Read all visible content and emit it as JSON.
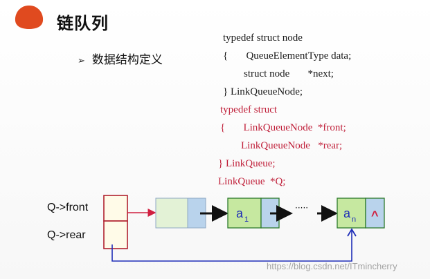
{
  "header": {
    "title": "链队列"
  },
  "bullet": {
    "text": "数据结构定义",
    "marker": "➢"
  },
  "code_lines": [
    {
      "text": "typedef struct node",
      "color": "black"
    },
    {
      "text": "{       QueueElementType data;",
      "color": "black"
    },
    {
      "text": "        struct node       *next;",
      "color": "black"
    },
    {
      "text": "} LinkQueueNode;",
      "color": "black"
    },
    {
      "text": "typedef struct",
      "color": "red"
    },
    {
      "text": "{       LinkQueueNode  *front;",
      "color": "red"
    },
    {
      "text": "        LinkQueueNode   *rear;",
      "color": "red"
    },
    {
      "text": "} LinkQueue;",
      "color": "red"
    },
    {
      "text": "LinkQueue  *Q;",
      "color": "red"
    }
  ],
  "diagram": {
    "front_label": "Q->front",
    "rear_label": "Q->rear",
    "node1_base": "a",
    "node1_sub": "1",
    "node2_base": "a",
    "node2_sub": "n",
    "ellipsis": "·····",
    "null_symbol": "^"
  },
  "watermark": "https://blog.csdn.net/ITmincherry",
  "colors": {
    "logo": "#e04a1f",
    "code_red": "#c0203a",
    "node_green": "#c6e8a0",
    "head_node": "#e3f2d6",
    "pointer_blue": "#b9d3ec",
    "q_box": "#fffbe8",
    "arrow_red": "#d02040",
    "arrow_blue": "#1f2eb8"
  }
}
